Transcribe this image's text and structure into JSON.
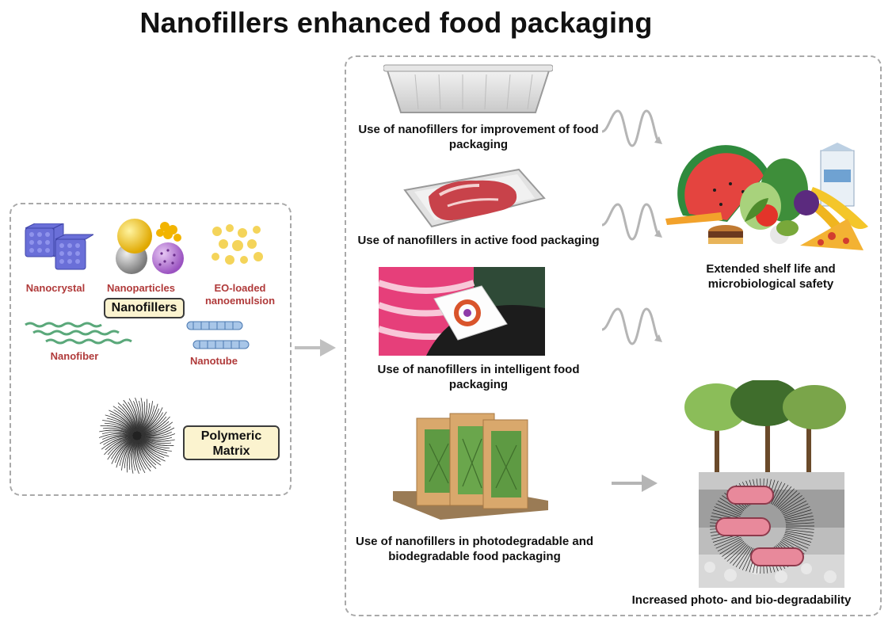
{
  "title": "Nanofillers enhanced food packaging",
  "nanofiller_types": {
    "nanocrystal": "Nanocrystal",
    "nanoparticles": "Nanoparticles",
    "eo_loaded": "EO-loaded nanoemulsion",
    "nanofiber": "Nanofiber",
    "nanotube": "Nanotube"
  },
  "tags": {
    "nanofillers": "Nanofillers",
    "polymeric_matrix": "Polymeric Matrix"
  },
  "applications": [
    "Use of nanofillers for improvement of food packaging",
    "Use of nanofillers in active food packaging",
    "Use of nanofillers in intelligent food packaging",
    "Use of nanofillers in photodegradable and biodegradable food packaging"
  ],
  "outcomes": {
    "shelf_life": "Extended shelf life and microbiological safety",
    "degradability": "Increased photo- and bio-degradability"
  },
  "colors": {
    "dash": "#a9a9a9",
    "red_label": "#b03a3a",
    "tag_fill": "#fbf3cf",
    "arrow": "#c0c0c0"
  }
}
